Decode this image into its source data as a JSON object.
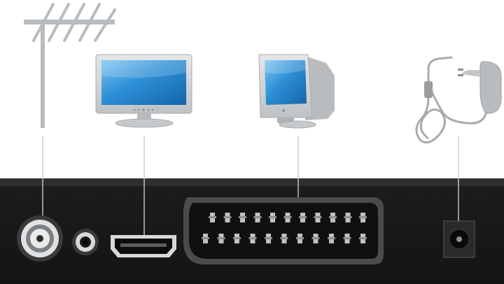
{
  "diagram": {
    "devices": [
      {
        "id": "antenna",
        "icon": "antenna-icon",
        "port": "rf-antenna-input"
      },
      {
        "id": "hd-tv",
        "icon": "flat-tv-icon",
        "port": "hdmi-port"
      },
      {
        "id": "crt-tv",
        "icon": "crt-tv-icon",
        "port": "scart-port"
      },
      {
        "id": "power-adapter",
        "icon": "power-adapter-icon",
        "port": "dc-power-jack"
      }
    ],
    "extra_ports": [
      {
        "id": "av-jack",
        "icon": "audio-jack-icon"
      }
    ],
    "colors": {
      "panel": "#1b1b1c",
      "panel_edge": "#2a2a2b",
      "screen_blue": "#2d8fd6",
      "screen_light": "#7cc4f0",
      "device_gray": "#d6d8da",
      "device_dark": "#a8abae",
      "antenna_gray": "#b9bcbe",
      "connector_line": "#c9cbcd"
    }
  }
}
